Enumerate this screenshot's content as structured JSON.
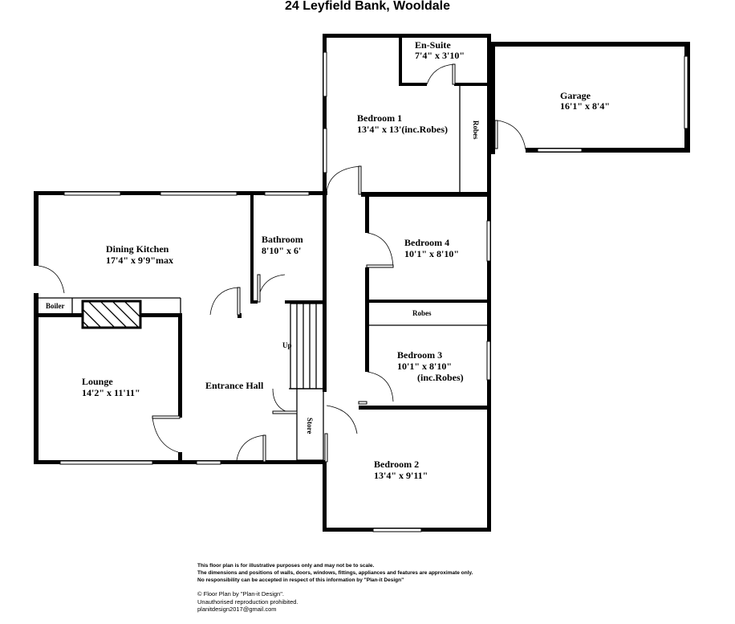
{
  "title": "24 Leyfield Bank, Wooldale",
  "rooms": {
    "ensuite": {
      "name": "En-Suite",
      "size": "7'4\" x 3'10\""
    },
    "garage": {
      "name": "Garage",
      "size": "16'1\" x 8'4\""
    },
    "bedroom1": {
      "name": "Bedroom 1",
      "size": "13'4\" x 13'(inc.Robes)"
    },
    "robes1": {
      "name": "Robes"
    },
    "bedroom4": {
      "name": "Bedroom 4",
      "size": "10'1\" x 8'10\""
    },
    "robes2": {
      "name": "Robes"
    },
    "bedroom3": {
      "name": "Bedroom 3",
      "size": "10'1\" x 8'10\"",
      "note": "(inc.Robes)"
    },
    "bedroom2": {
      "name": "Bedroom 2",
      "size": "13'4\" x 9'11\""
    },
    "dining": {
      "name": "Dining Kitchen",
      "size": "17'4\" x 9'9\"max"
    },
    "bathroom": {
      "name": "Bathroom",
      "size": "8'10\" x 6'"
    },
    "boiler": {
      "name": "Boiler"
    },
    "lounge": {
      "name": "Lounge",
      "size": "14'2\" x 11'11\""
    },
    "hall": {
      "name": "Entrance Hall"
    },
    "stairs": {
      "name": "Up"
    },
    "store": {
      "name": "Store"
    }
  },
  "disclaimer": [
    "This floor plan is for illustrative purposes only and may not be to scale.",
    "The dimensions and positions of walls, doors, windows, fittings, appliances and features are approximate only.",
    "No responsibility can be accepted in respect of this information by \"Plan-it Design\""
  ],
  "credits": [
    "© Floor Plan by \"Plan-it Design\".",
    "Unauthorised reproduction prohibited.",
    "planitdesign2017@gmail.com"
  ]
}
